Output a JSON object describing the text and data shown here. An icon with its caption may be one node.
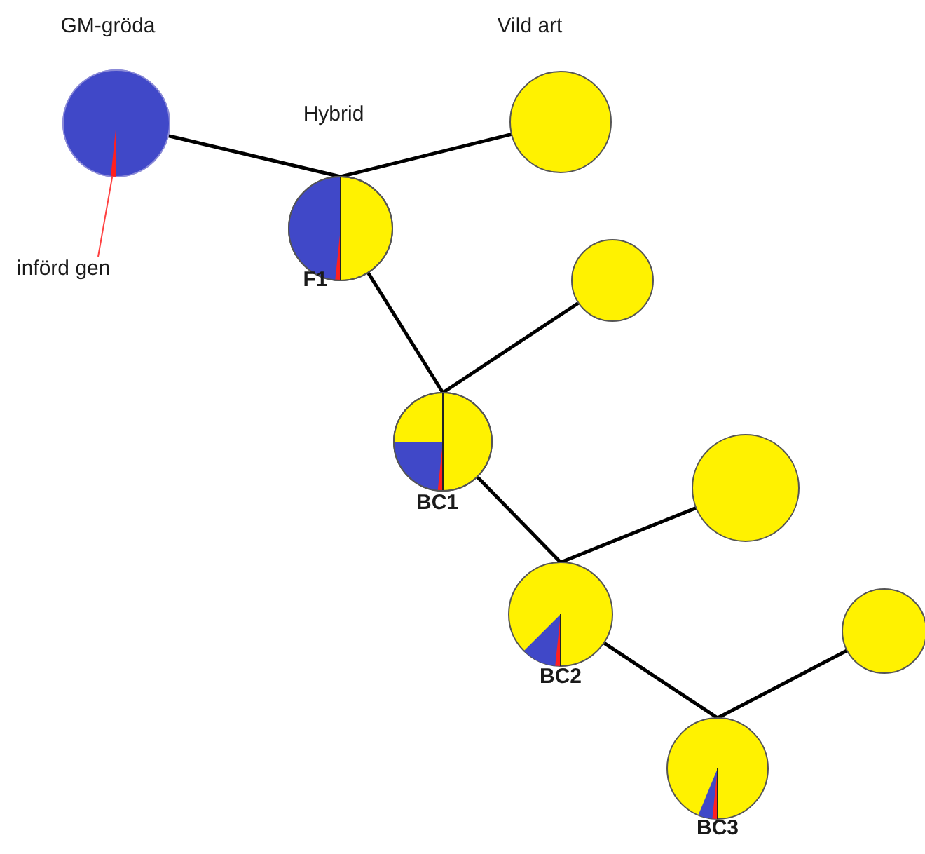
{
  "diagram": {
    "nodes": [
      {
        "text": [
          "GM-gröda"
        ]
      },
      {
        "text": [
          "Vild art"
        ]
      },
      {
        "text": [
          "Hybrid",
          "F1"
        ]
      },
      {
        "text": [],
        "shape": "circle"
      },
      {
        "text": [
          "BC1"
        ]
      },
      {
        "text": [],
        "shape": "circle"
      },
      {
        "text": [
          "BC2"
        ]
      },
      {
        "text": [],
        "shape": "circle"
      },
      {
        "text": [
          "BC3"
        ]
      },
      {
        "text": [
          "införd gen"
        ]
      }
    ],
    "edges": [
      {
        "from": 0,
        "to": 2,
        "arrow": "none"
      },
      {
        "from": 1,
        "to": 2,
        "arrow": "none"
      },
      {
        "from": 2,
        "to": 4,
        "arrow": "none"
      },
      {
        "from": 3,
        "to": 4,
        "arrow": "none"
      },
      {
        "from": 4,
        "to": 6,
        "arrow": "none"
      },
      {
        "from": 5,
        "to": 6,
        "arrow": "none"
      },
      {
        "from": 6,
        "to": 8,
        "arrow": "none"
      },
      {
        "from": 7,
        "to": 8,
        "arrow": "none"
      },
      {
        "from": 9,
        "to": 0,
        "arrow": "none",
        "color": "#ff4040"
      }
    ]
  }
}
